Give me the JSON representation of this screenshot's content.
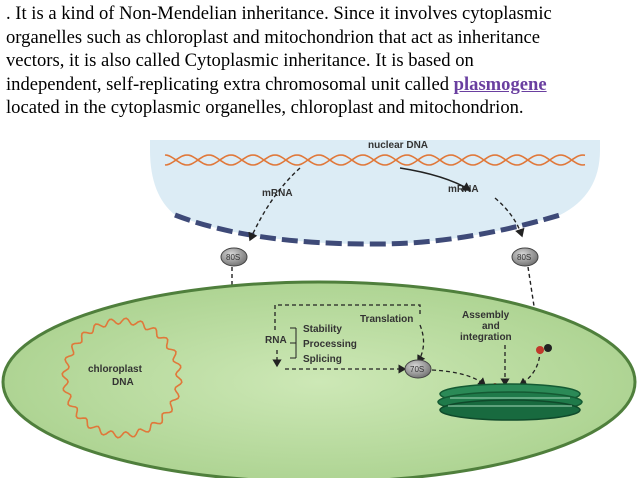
{
  "paragraph": {
    "line1": ". It is a kind of Non-Mendelian inheritance. Since it involves cytoplasmic",
    "line2": "organelles such as chloroplast and mitochondrion that act as inheritance",
    "line3": "vectors, it is also called Cytoplasmic inheritance. It is based on",
    "line4_pre": "independent, self-replicating extra chromosomal unit called ",
    "line4_keyword": "plasmogene",
    "line5": "located in the cytoplasmic organelles, chloroplast and mitochondrion."
  },
  "diagram": {
    "nuclear_dna": "nuclear DNA",
    "mrna_left": "mRNA",
    "mrna_right": "mRNA",
    "ribosome_left": "80S",
    "ribosome_right": "80S",
    "ribosome_chloro": "70S",
    "translation": "Translation",
    "assembly": "Assembly",
    "and": "and",
    "integration": "integration",
    "rna": "RNA",
    "stability": "Stability",
    "processing": "Processing",
    "splicing": "Splicing",
    "chloroplast_dna_1": "chloroplast",
    "chloroplast_dna_2": "DNA",
    "colors": {
      "nucleus_fill": "#dcecf5",
      "nuclear_membrane": "#3e4a78",
      "cell_fill": "#b9dca0",
      "cell_border": "#4f7f3c",
      "dna_strand": "#e0783a",
      "thylakoid": "#1f7a4a",
      "ribosome": "#8a8a8a"
    }
  }
}
